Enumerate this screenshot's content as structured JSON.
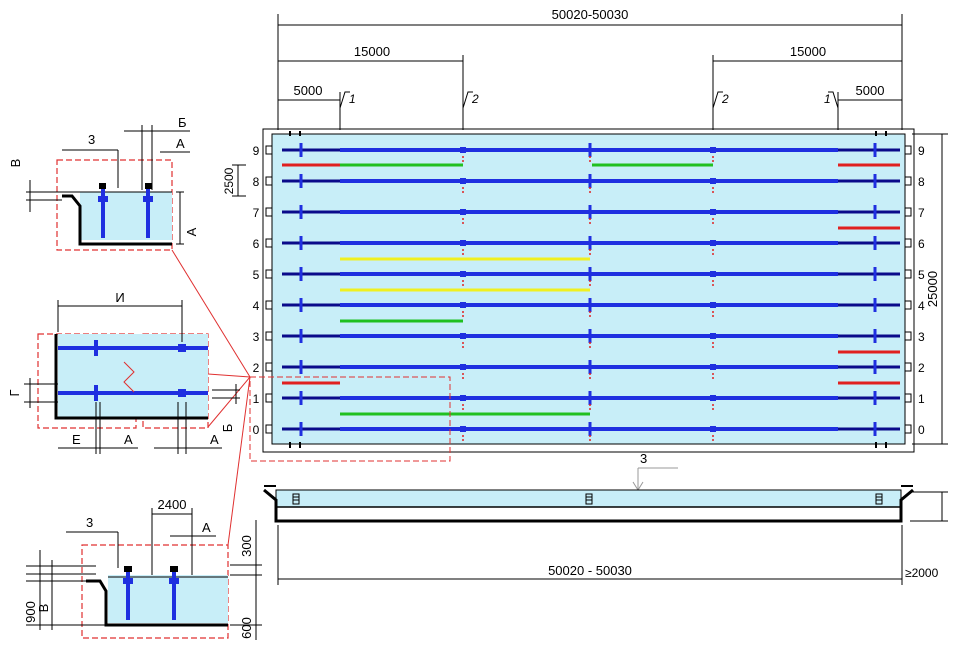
{
  "dimensions": {
    "overall_length_top": "50020-50030",
    "overall_length_bottom": "50020 - 50030",
    "left_span": "15000",
    "right_span": "15000",
    "left_offset": "5000",
    "right_offset": "5000",
    "height": "25000",
    "lane_spacing": "2500",
    "depth_note": "≥2000"
  },
  "section_marks": {
    "one_left": "1",
    "two_left": "2",
    "two_right": "2",
    "one_right": "1",
    "section_three": "3"
  },
  "lane_numbers": [
    "9",
    "8",
    "7",
    "6",
    "5",
    "4",
    "3",
    "2",
    "1",
    "0"
  ],
  "detail_top": {
    "label_3": "3",
    "label_b_top": "Б",
    "label_a_top": "А",
    "label_v": "В",
    "label_a_side": "А"
  },
  "detail_middle": {
    "label_i": "И",
    "label_g": "Г",
    "label_e": "Е",
    "label_a1": "А",
    "label_a2": "А",
    "label_b": "Б"
  },
  "detail_bottom": {
    "label_3": "3",
    "label_2400": "2400",
    "label_a": "А",
    "label_300": "300",
    "label_900": "900",
    "label_v": "В",
    "label_600": "600"
  },
  "colors": {
    "pool_fill": "#c8eef8",
    "lane_rope": "#1f2fe0",
    "lane_dark": "#0a0a8a",
    "accent_red": "#e02020",
    "accent_green": "#20c020",
    "accent_yellow": "#f0f020",
    "detail_frame": "#e03030"
  }
}
